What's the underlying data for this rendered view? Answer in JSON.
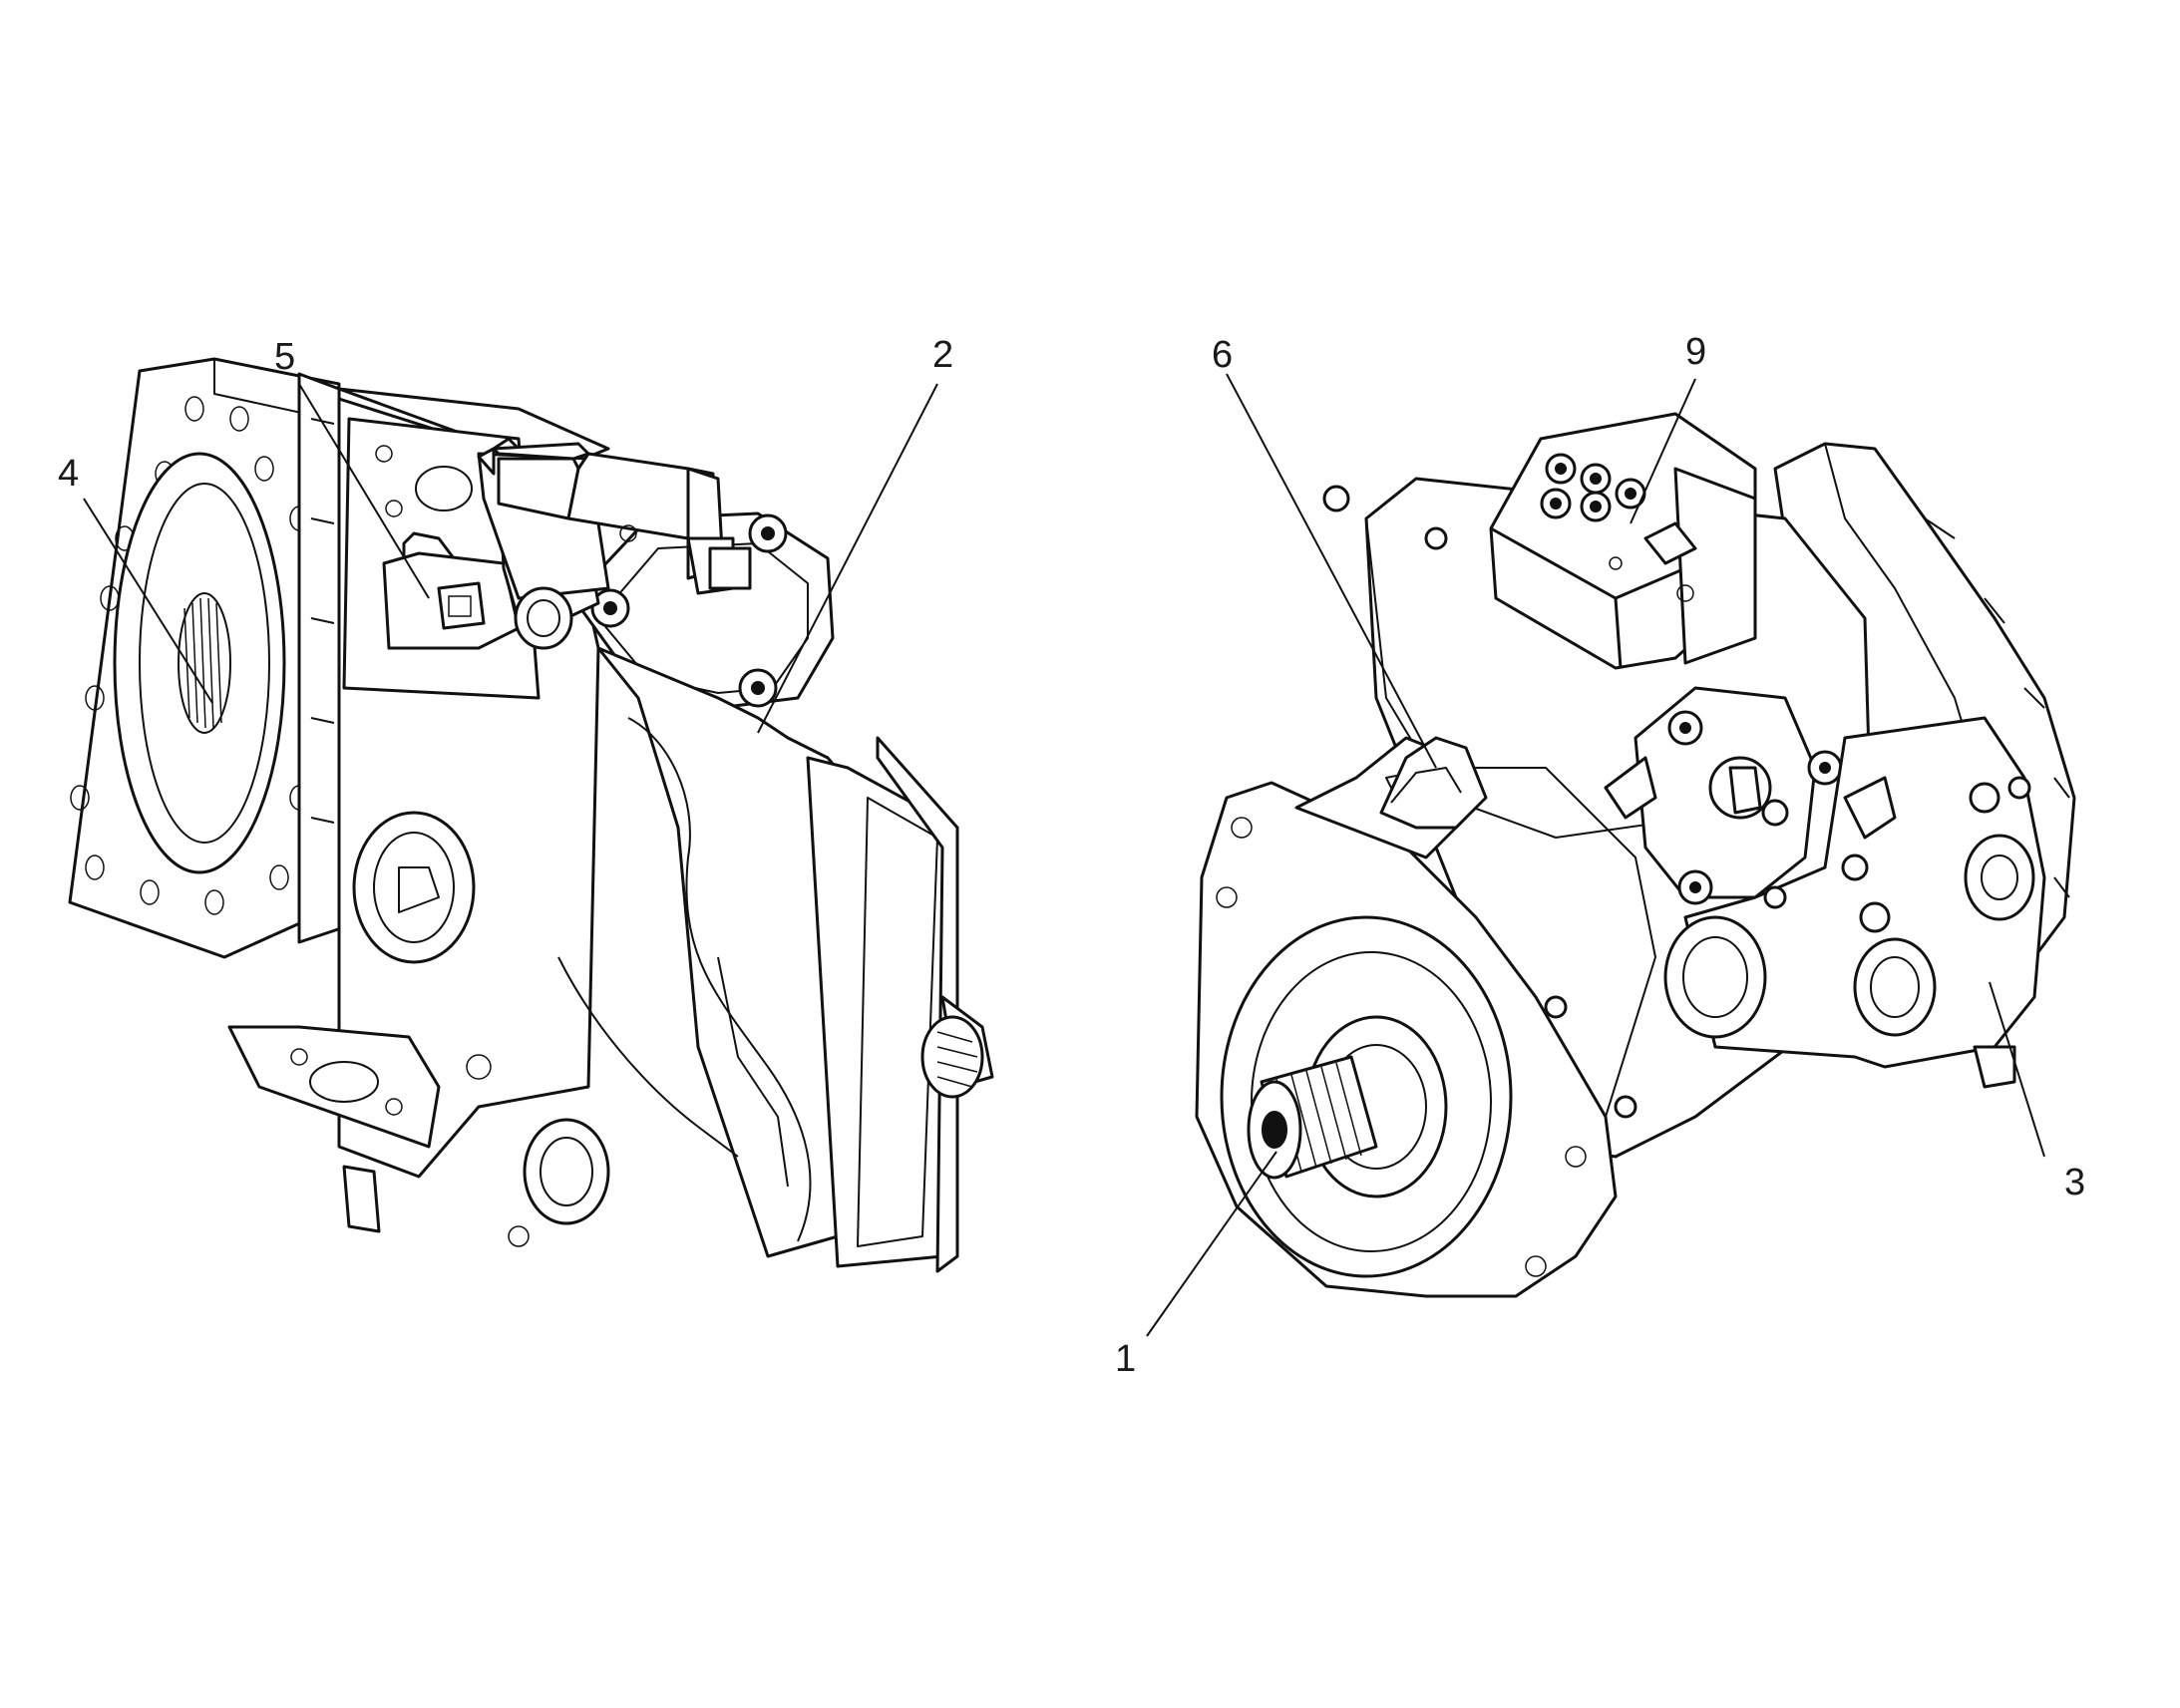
{
  "callouts": {
    "c1": "1",
    "c2": "2",
    "c3": "3",
    "c4": "4",
    "c5": "5",
    "c6": "6",
    "c9": "9"
  }
}
